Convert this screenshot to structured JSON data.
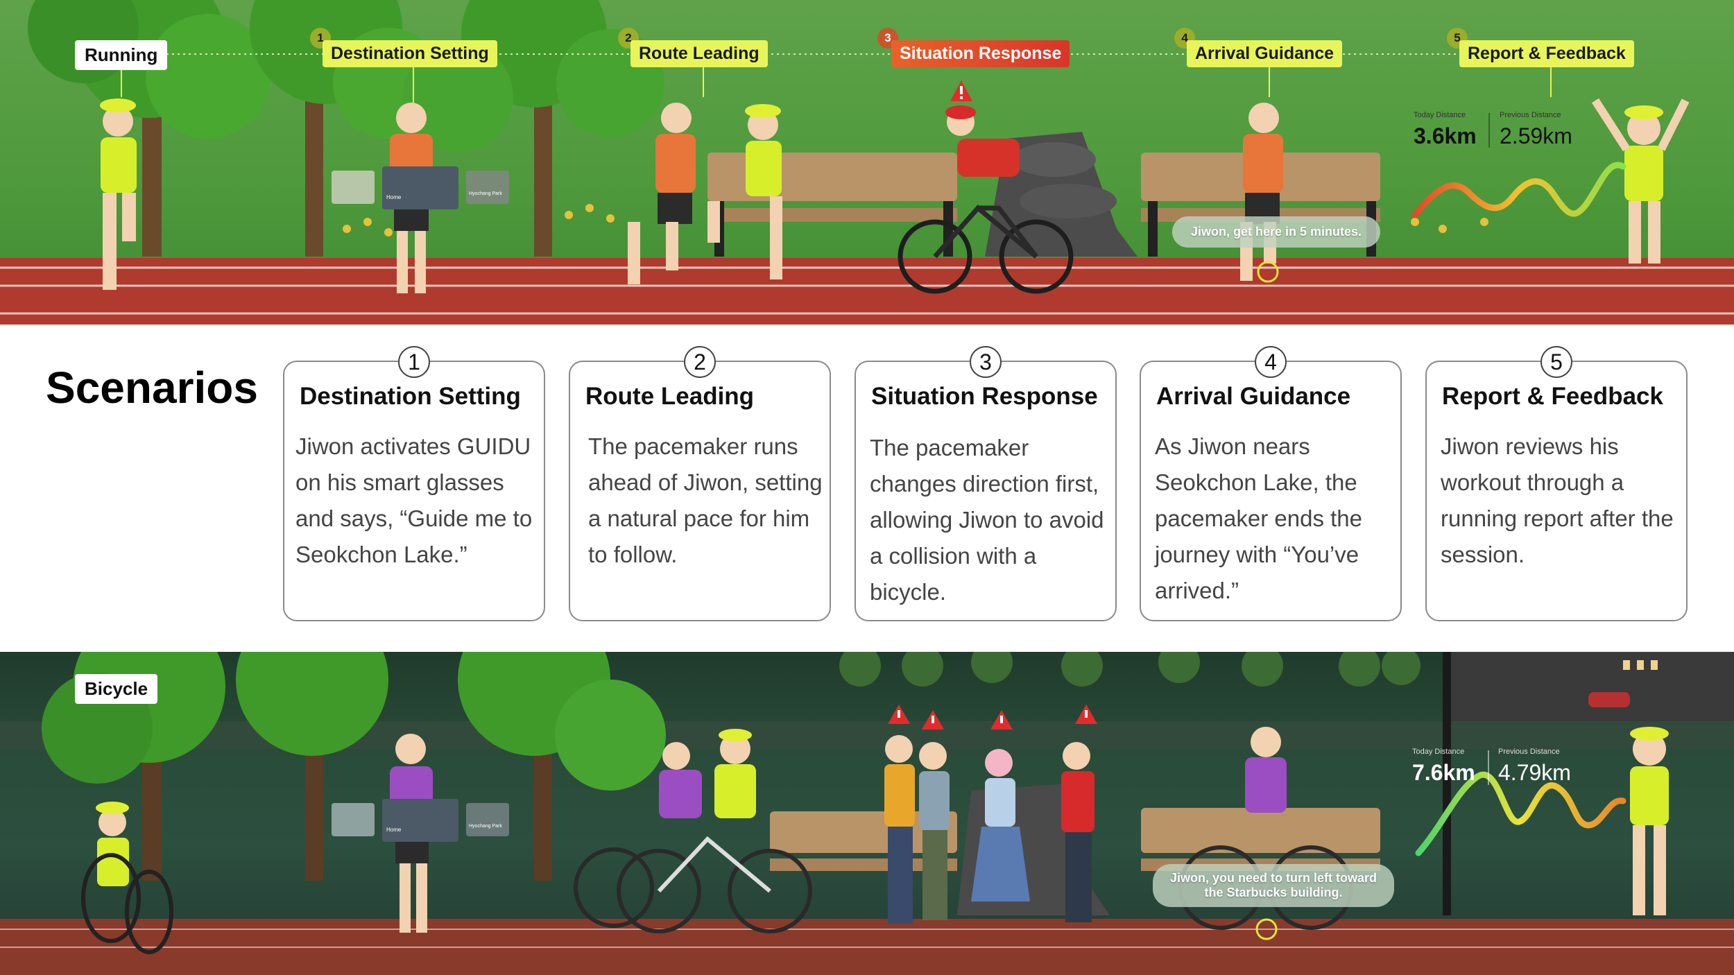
{
  "running_scene": {
    "mode_label": "Running",
    "stages": [
      {
        "num": "1",
        "label": "Destination Setting"
      },
      {
        "num": "2",
        "label": "Route Leading"
      },
      {
        "num": "3",
        "label": "Situation Response"
      },
      {
        "num": "4",
        "label": "Arrival Guidance"
      },
      {
        "num": "5",
        "label": "Report & Feedback"
      }
    ],
    "speech_bubble": "Jiwon, get here in 5 minutes.",
    "today_caption": "Today Distance",
    "today_value": "3.6km",
    "previous_caption": "Previous Distance",
    "previous_value": "2.59km",
    "mini_panel": {
      "left": "Home",
      "right": "Hyochang Park"
    }
  },
  "scenarios": {
    "title": "Scenarios",
    "cards": [
      {
        "num": "1",
        "title": "Destination Setting",
        "text": "Jiwon activates GUIDU on his smart glasses and says, “Guide me to Seokchon Lake.”"
      },
      {
        "num": "2",
        "title": "Route Leading",
        "text": "The pacemaker runs ahead of Jiwon, setting a natural pace for him to follow."
      },
      {
        "num": "3",
        "title": "Situation Response",
        "text": "The pacemaker changes direction first, allowing Jiwon to avoid a collision with a bicycle."
      },
      {
        "num": "4",
        "title": "Arrival Guidance",
        "text": "As Jiwon nears Seokchon Lake, the pacemaker ends the journey with “You’ve arrived.”"
      },
      {
        "num": "5",
        "title": "Report & Feedback",
        "text": "Jiwon reviews his workout through a running report after the session."
      }
    ]
  },
  "bicycle_scene": {
    "mode_label": "Bicycle",
    "speech_bubble": "Jiwon, you need to turn left toward the Starbucks building.",
    "today_caption": "Today Distance",
    "today_value": "7.6km",
    "previous_caption": "Previous Distance",
    "previous_value": "4.79km",
    "mini_panel": {
      "left": "Home",
      "right": "Hyochang Park"
    }
  },
  "colors": {
    "stage_tag": "#e8f55a",
    "alert_tag": "#d9352a",
    "track": "#b03a2e",
    "grass": "#4f9a3c",
    "night": "#2a4b39"
  },
  "icons": [
    "warning-icon",
    "location-pin-icon",
    "pace-curve-icon",
    "tree-icon",
    "bench-icon",
    "bicycle-icon",
    "runner-icon"
  ]
}
